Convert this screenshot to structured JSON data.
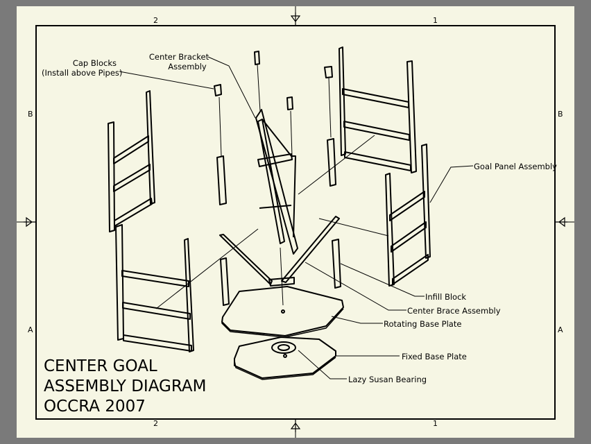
{
  "zone_labels": {
    "top_left": "2",
    "top_right": "1",
    "bottom_left": "2",
    "bottom_right": "1",
    "left_upper": "B",
    "left_lower": "A",
    "right_upper": "B",
    "right_lower": "A"
  },
  "callouts": {
    "cap_blocks": "Cap Blocks",
    "cap_blocks_note": "(Install above Pipes)",
    "center_bracket_1": "Center Bracket",
    "center_bracket_2": "Assembly",
    "goal_panel": "Goal Panel Assembly",
    "infill_block": "Infill Block",
    "center_brace": "Center Brace Assembly",
    "rotating_base": "Rotating Base Plate",
    "fixed_base": "Fixed Base Plate",
    "lazy_susan": "Lazy Susan Bearing"
  },
  "title_block": {
    "line1": "CENTER GOAL",
    "line2": "ASSEMBLY DIAGRAM",
    "line3": "OCCRA 2007"
  },
  "colors": {
    "background": "#7a7a7a",
    "sheet": "#f6f6e4",
    "ink": "#000000"
  }
}
